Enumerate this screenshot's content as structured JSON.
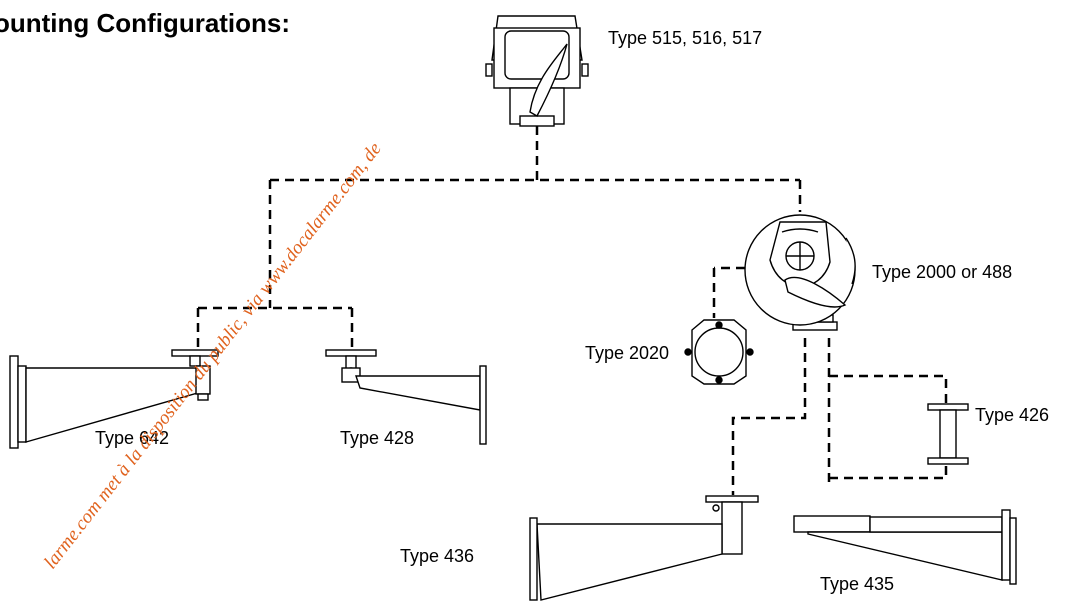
{
  "heading": "ounting Configurations:",
  "watermark": "larme.com met à la disposition du public, via www.docalarme.com, de",
  "labels": {
    "housing": "Type 515, 516, 517",
    "pantilt": "Type 2000 or 488",
    "t2020": "Type 2020",
    "t642": "Type 642",
    "t428": "Type 428",
    "t426": "Type 426",
    "t436": "Type 436",
    "t435": "Type 435"
  },
  "colors": {
    "line": "#000000",
    "watermark": "#e0631f"
  }
}
